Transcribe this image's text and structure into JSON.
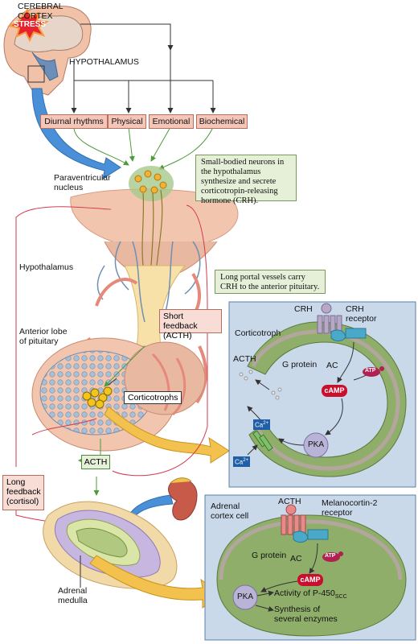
{
  "labels": {
    "cerebral_cortex": "CEREBRAL\nCORTEX",
    "stress": "STRESS",
    "hypothalamus_top": "HYPOTHALAMUS",
    "paraventricular": "Paraventricular\nnucleus",
    "hypothalamus_mid": "Hypothalamus",
    "anterior_lobe": "Anterior lobe\nof pituitary",
    "corticotrophs": "Corticotrophs",
    "adrenal_medulla": "Adrenal\nmedulla",
    "acth_box": "ACTH"
  },
  "inputs": [
    "Diurnal rhythms",
    "Physical",
    "Emotional",
    "Biochemical"
  ],
  "callouts": {
    "crh_neurons": "Small-bodied neurons in the hypothalamus synthesize and secrete corticotropin-releasing hormone (CRH).",
    "portal": "Long portal vessels carry CRH to the anterior pituitary.",
    "short_feedback": "Short feedback\n(ACTH)",
    "long_feedback": "Long\nfeedback\n(cortisol)"
  },
  "corticotroph_panel": {
    "crh": "CRH",
    "crh_receptor": "CRH\nreceptor",
    "cell": "Corticotroph",
    "acth": "ACTH",
    "g_protein": "G protein",
    "ac": "AC",
    "atp": "ATP",
    "camp": "cAMP",
    "pka": "PKA",
    "ca": "Ca",
    "ca_sup": "2+"
  },
  "adrenal_panel": {
    "cell": "Adrenal\ncortex cell",
    "acth": "ACTH",
    "receptor": "Melanocortin-2\nreceptor",
    "g_protein": "G protein",
    "ac": "AC",
    "atp": "ATP",
    "camp": "cAMP",
    "pka": "PKA",
    "activity_prefix": "Activity of P-450",
    "activity_sub": "SCC",
    "synthesis": "Synthesis of\nseveral enzymes"
  },
  "signs": {
    "plus": "+",
    "minus": "–"
  },
  "colors": {
    "pink_box": "#f4c6b8",
    "green_box": "#e6f0d8",
    "panel_bg": "#c9d9ea",
    "cell_fill": "#8fae6a",
    "camp_red": "#c8102e",
    "pka_lilac": "#b9b3d6",
    "feedback_red": "#d23a4e",
    "stimulation_green": "#4f9a3a",
    "arrow_blue": "#4a90d9",
    "arrow_gold": "#f2c14e"
  }
}
